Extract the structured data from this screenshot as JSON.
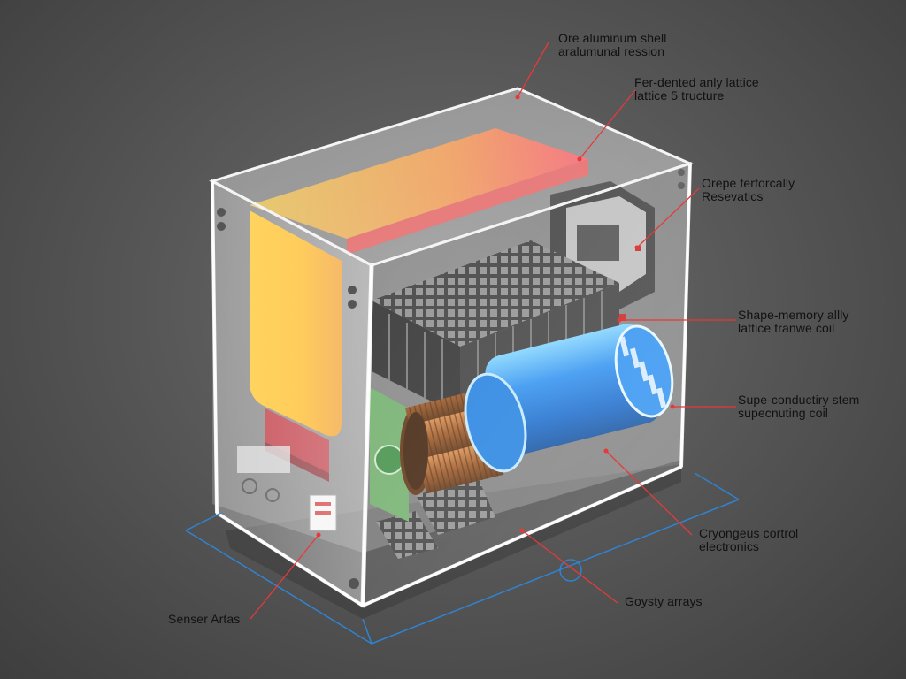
{
  "labels": {
    "shell": {
      "line1": "Ore aluminum shell",
      "line2": "aralumunal ression"
    },
    "lattice": {
      "line1": "Fer-dented anly lattice",
      "line2": "lattice 5 tructure"
    },
    "reservatics": {
      "line1": "Orepe ferforcally",
      "line2": "Resevatics"
    },
    "shape_memory": {
      "line1": "Shape-memory allly",
      "line2": "lattice tranwe coil"
    },
    "superconductor": {
      "line1": "Supe-conductiry stem",
      "line2": "supecnuting coil"
    },
    "cryogenic": {
      "line1": "Cryongeus cortrol",
      "line2": "electronics"
    },
    "gravity": {
      "line1": "Goysty arrays"
    },
    "sensor": {
      "line1": "Senser Artas"
    }
  },
  "colors": {
    "leader_line": "#e63a3a",
    "dimension_line": "#2f86d8",
    "copper": "#a55f2a",
    "cylinder_blue": "#1f7fe0",
    "heat_orange": "#f5a318",
    "heat_red": "#f04a4a"
  }
}
